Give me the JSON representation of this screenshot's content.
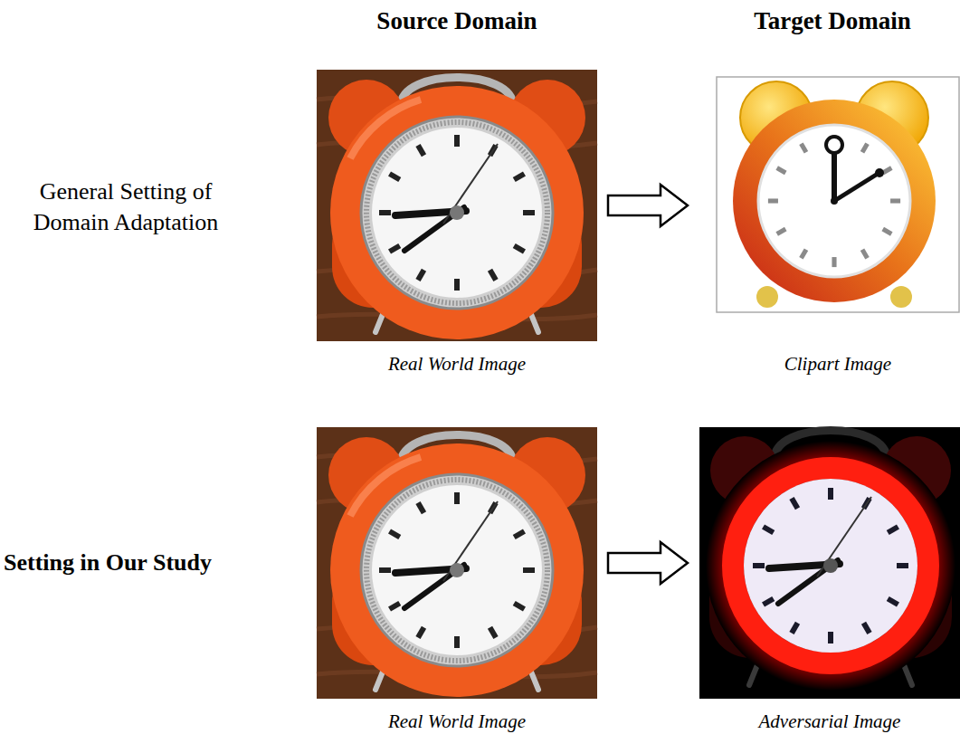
{
  "diagram": {
    "nodes": [
      {
        "text": [
          "Real World Image"
        ]
      },
      {
        "text": [
          "Clipart Image"
        ]
      },
      {
        "text": [
          "Real World Image"
        ]
      },
      {
        "text": [
          "Adversarial Image"
        ]
      }
    ],
    "edges": [
      {
        "from": 0,
        "to": 1,
        "arrow": "to"
      },
      {
        "from": 2,
        "to": 3,
        "arrow": "to"
      }
    ],
    "labels": [
      "Source Domain",
      "Target Domain",
      "General Setting of Domain Adaptation",
      "Setting in Our Study"
    ]
  }
}
